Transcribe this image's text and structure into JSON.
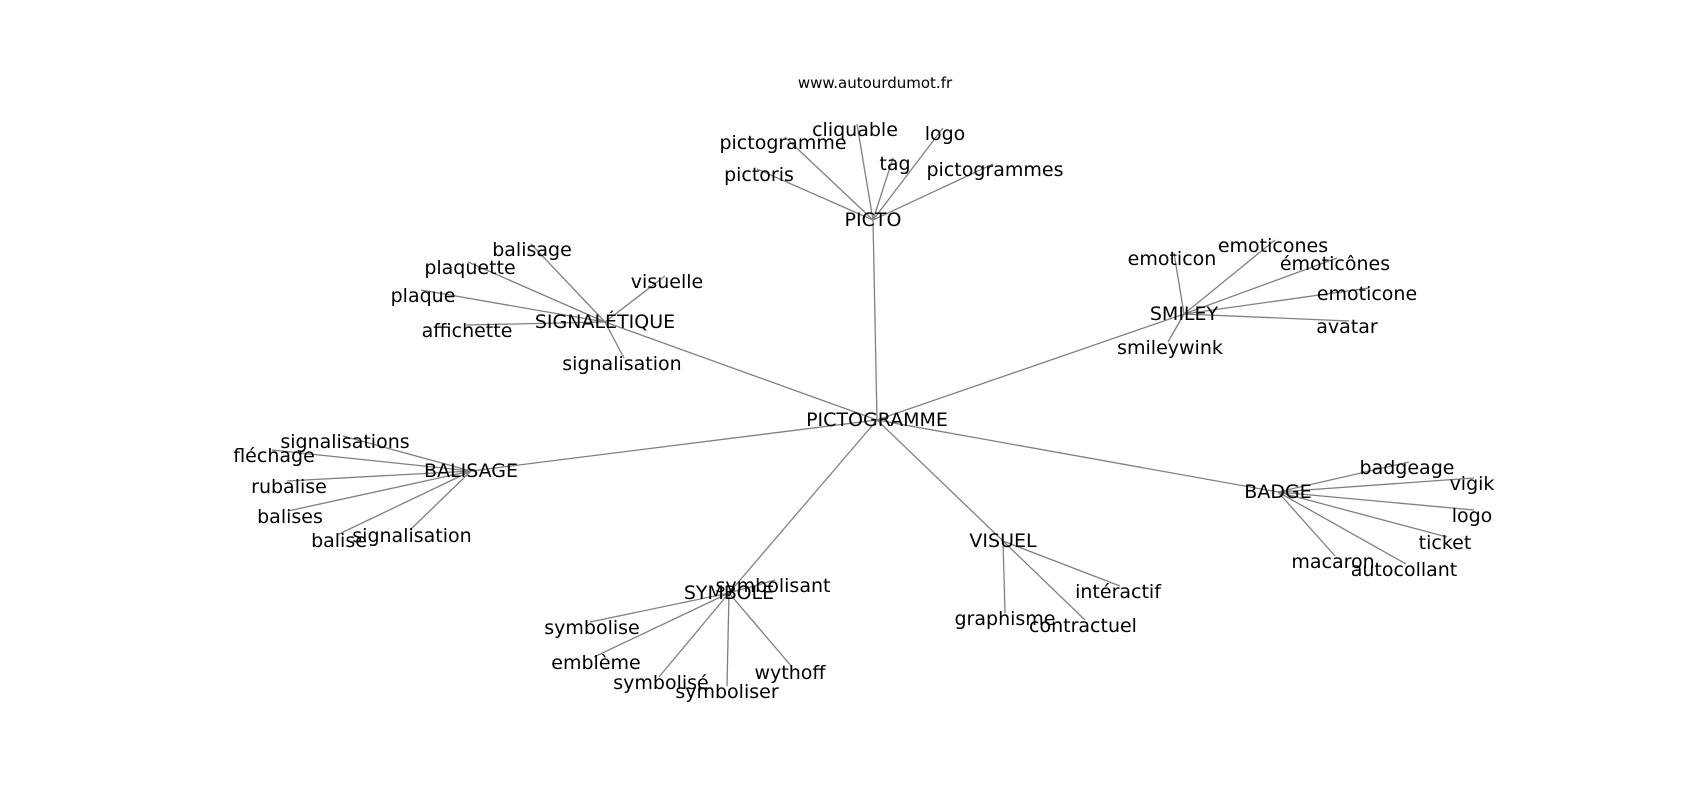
{
  "source": "www.autourdumot.fr",
  "colors": {
    "edge": "#808080",
    "text": "#000000",
    "background": "#ffffff"
  },
  "graph": {
    "center": "PICTOGRAMME",
    "hubs": [
      {
        "label": "PICTO",
        "leaves": [
          "cliquable",
          "logo",
          "pictogramme",
          "tag",
          "pictogrammes",
          "pictoris"
        ]
      },
      {
        "label": "SIGNALÉTIQUE",
        "leaves": [
          "balisage",
          "plaquette",
          "visuelle",
          "plaque",
          "affichette",
          "signalisation"
        ]
      },
      {
        "label": "SMILEY",
        "leaves": [
          "emoticones",
          "emoticon",
          "émoticônes",
          "emoticone",
          "avatar",
          "smileywink"
        ]
      },
      {
        "label": "BALISAGE",
        "leaves": [
          "signalisations",
          "fléchage",
          "rubalise",
          "balises",
          "balise",
          "signalisation"
        ]
      },
      {
        "label": "BADGE",
        "leaves": [
          "badgeage",
          "vigik",
          "logo",
          "ticket",
          "macaron",
          "autocollant"
        ]
      },
      {
        "label": "VISUEL",
        "leaves": [
          "intéractif",
          "graphisme",
          "contractuel"
        ]
      },
      {
        "label": "SYMBOLE",
        "leaves": [
          "symbolisant",
          "symbolise",
          "emblème",
          "wythoff",
          "symbolisé",
          "symboliser"
        ]
      }
    ]
  }
}
